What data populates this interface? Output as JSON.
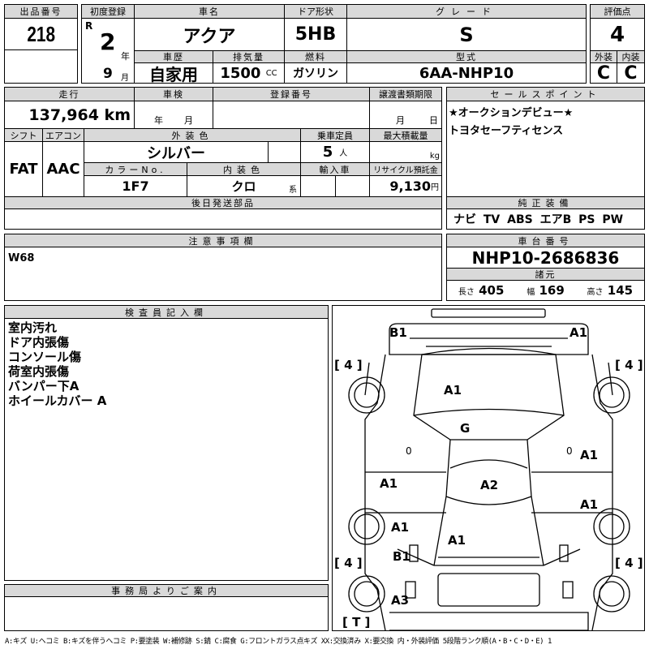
{
  "lot": {
    "label": "出品番号",
    "value": "218"
  },
  "first_reg": {
    "label": "初度登録",
    "era": "R",
    "year": "2",
    "year_unit": "年",
    "month": "9",
    "month_unit": "月"
  },
  "car_name": {
    "label": "車名",
    "value": "アクア"
  },
  "door": {
    "label": "ドア形状",
    "value": "5HB"
  },
  "grade": {
    "label": "グレード",
    "value": "S"
  },
  "score": {
    "label": "評価点",
    "value": "4",
    "ext_label": "外装",
    "int_label": "内装",
    "ext": "C",
    "int": "C"
  },
  "history": {
    "label": "車歴",
    "value": "自家用"
  },
  "displacement": {
    "label": "排気量",
    "value": "1500",
    "unit": "CC"
  },
  "fuel": {
    "label": "燃料",
    "value": "ガソリン"
  },
  "model": {
    "label": "型式",
    "value": "6AA-NHP10"
  },
  "mileage": {
    "label": "走行",
    "value": "137,964 km"
  },
  "shaken": {
    "label": "車検",
    "year": "年",
    "month": "月"
  },
  "reg_no": {
    "label": "登録番号"
  },
  "transfer": {
    "label": "譲渡書類期限",
    "month": "月",
    "day": "日"
  },
  "shift": {
    "label": "シフト",
    "value": "FAT"
  },
  "ac": {
    "label": "エアコン",
    "value": "AAC"
  },
  "ext_color": {
    "label": "外装色",
    "value": "シルバー"
  },
  "capacity": {
    "label": "乗車定員",
    "value": "5",
    "unit": "人"
  },
  "max_load": {
    "label": "最大積載量",
    "unit": "kg"
  },
  "color_no": {
    "label": "カラーNo.",
    "value": "1F7"
  },
  "int_color": {
    "label": "内装色",
    "value": "クロ",
    "unit": "系"
  },
  "import": {
    "label": "輸入車"
  },
  "recycle": {
    "label": "リサイクル預託金",
    "value": "9,130",
    "unit": "円"
  },
  "later_parts": {
    "label": "後日発送部品"
  },
  "sales_point": {
    "label": "セールスポイント",
    "lines": [
      "★オークションデビュー★",
      "トヨタセーフティセンス"
    ]
  },
  "equipment": {
    "label": "純正装備",
    "value": "ナビ TV ABS エアB PS PW"
  },
  "caution": {
    "label": "注意事項欄",
    "value": "W68"
  },
  "chassis": {
    "label": "車台番号",
    "value": "NHP10-2686836"
  },
  "specs": {
    "label": "諸元",
    "length_label": "長さ",
    "length": "405",
    "width_label": "幅",
    "width": "169",
    "height_label": "高さ",
    "height": "145"
  },
  "inspector": {
    "label": "検査員記入欄",
    "lines": [
      "室内汚れ",
      "ドア内張傷",
      "コンソール傷",
      "荷室内張傷",
      "バンパー下A",
      "ホイールカバー A"
    ]
  },
  "office": {
    "label": "事務局よりご案内"
  },
  "diagram": {
    "marks": {
      "b1_top": "B1",
      "a1_top": "A1",
      "tire_fl": "[ 4 ]",
      "tire_fr": "[ 4 ]",
      "roof": "A1",
      "glass": "G",
      "zero_l": "0",
      "zero_r": "0",
      "a1_right1": "A1",
      "a1_left": "A1",
      "center": "A2",
      "a1_right2": "A1",
      "a1_lower": "A1",
      "a1_rear": "A1",
      "b1_rear": "B1",
      "tire_rl": "[ 4 ]",
      "tire_rr": "[ 4 ]",
      "a3": "A3",
      "t": "[ T ]"
    }
  },
  "legend": "A:キズ U:ヘコミ B:キズを伴うヘコミ P:要塗装 W:補修跡 S:錆 C:腐食 G:フロントガラス点キズ XX:交換済み X:要交換 内・外装評価 5段階ランク順(A・B・C・D・E) 1"
}
